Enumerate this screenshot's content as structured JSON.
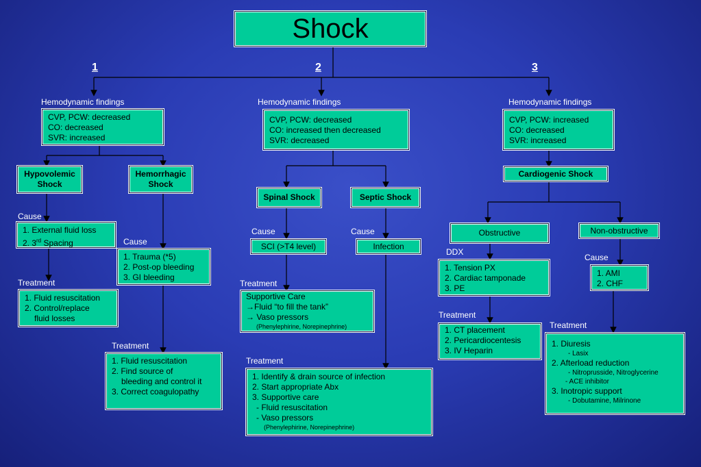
{
  "title": "Shock",
  "branch_numbers": [
    "1",
    "2",
    "3"
  ],
  "hemodynamic_label": "Hemodynamic findings",
  "cause_label": "Cause",
  "treatment_label": "Treatment",
  "ddx_label": "DDX",
  "branch1": {
    "findings": [
      "CVP, PCW:  decreased",
      "CO:  decreased",
      "SVR:  increased"
    ],
    "hypovolemic": {
      "title_line1": "Hypovolemic",
      "title_line2": "Shock",
      "causes": [
        "1.  External fluid loss",
        "2.  3",
        "rd",
        " Spacing"
      ],
      "treatments": [
        "1. Fluid resuscitation",
        "2. Control/replace",
        "fluid losses"
      ]
    },
    "hemorrhagic": {
      "title_line1": "Hemorrhagic",
      "title_line2": "Shock",
      "causes": [
        "1. Trauma (*5)",
        "2. Post-op bleeding",
        "3. GI bleeding"
      ],
      "treatments": [
        "1. Fluid resuscitation",
        "2. Find source of",
        "bleeding and control it",
        "3. Correct coagulopathy"
      ]
    }
  },
  "branch2": {
    "findings": [
      "CVP, PCW:  decreased",
      "CO:  increased then decreased",
      "SVR:  decreased"
    ],
    "spinal": {
      "title": "Spinal Shock",
      "cause": "SCI (>T4 level)",
      "treatments": [
        "Supportive Care",
        "→Fluid “to fill the tank”",
        "→ Vaso pressors",
        "(Phenylephirine, Norepinephrine)"
      ]
    },
    "septic": {
      "title": "Septic Shock",
      "cause": "Infection",
      "treatments": [
        "1.  Identify & drain source of infection",
        "2.  Start appropriate Abx",
        "3.  Supportive care",
        "-  Fluid resuscitation",
        "-  Vaso pressors",
        "(Phenylephirine, Norepinephrine)"
      ]
    }
  },
  "branch3": {
    "findings": [
      "CVP, PCW:  increased",
      "CO:  decreased",
      "SVR:  increased"
    ],
    "cardiogenic": {
      "title": "Cardiogenic Shock"
    },
    "obstructive": {
      "title": "Obstructive",
      "ddx": [
        "1.  Tension PX",
        "2.  Cardiac tamponade",
        "3.  PE"
      ],
      "treatments": [
        "1.  CT placement",
        "2.  Pericardiocentesis",
        "3.  IV Heparin"
      ]
    },
    "nonobstructive": {
      "title": "Non-obstructive",
      "causes": [
        "1.  AMI",
        "2.  CHF"
      ],
      "treatments": [
        "1.  Diuresis",
        "- Lasix",
        "2.  Afterload reduction",
        "- Nitroprusside, Nitroglycerine",
        "- ACE inhibitor",
        "3.  Inotropic support",
        "- Dobutamine, Milrinone"
      ]
    }
  }
}
